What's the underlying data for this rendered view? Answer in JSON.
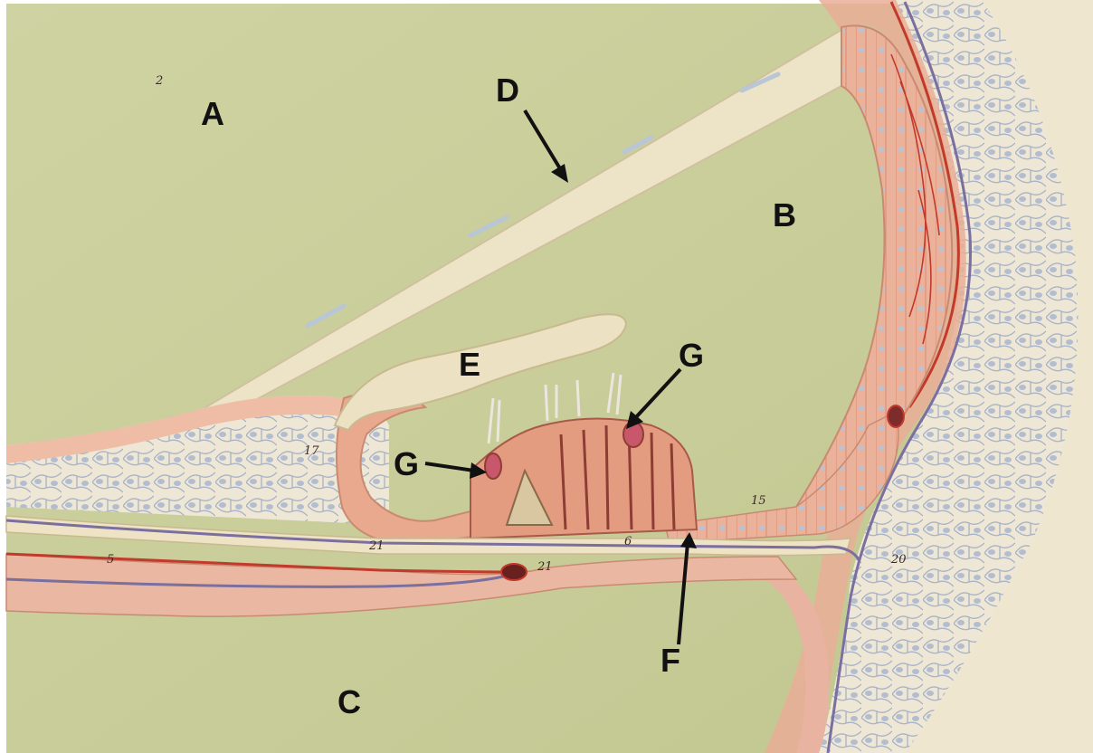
{
  "figure": {
    "labels": {
      "A": "A",
      "B": "B",
      "C": "C",
      "D": "D",
      "E": "E",
      "F": "F",
      "G_left": "G",
      "G_right": "G"
    },
    "model_numbers": {
      "n2": "2",
      "n17": "17",
      "n5": "5",
      "n21a": "21",
      "n21b": "21",
      "n6": "6",
      "n15": "15",
      "n20": "20"
    }
  },
  "colors": {
    "background_panel": "#c9cc9a",
    "bone_membrane": "#ece2c6",
    "tissue_pink": "#e8a98e",
    "cells_blue": "#aab6c8",
    "vessel_red": "#c23a2c",
    "vessel_blue": "#7a6f9e",
    "outer_cream": "#efe6cf"
  }
}
